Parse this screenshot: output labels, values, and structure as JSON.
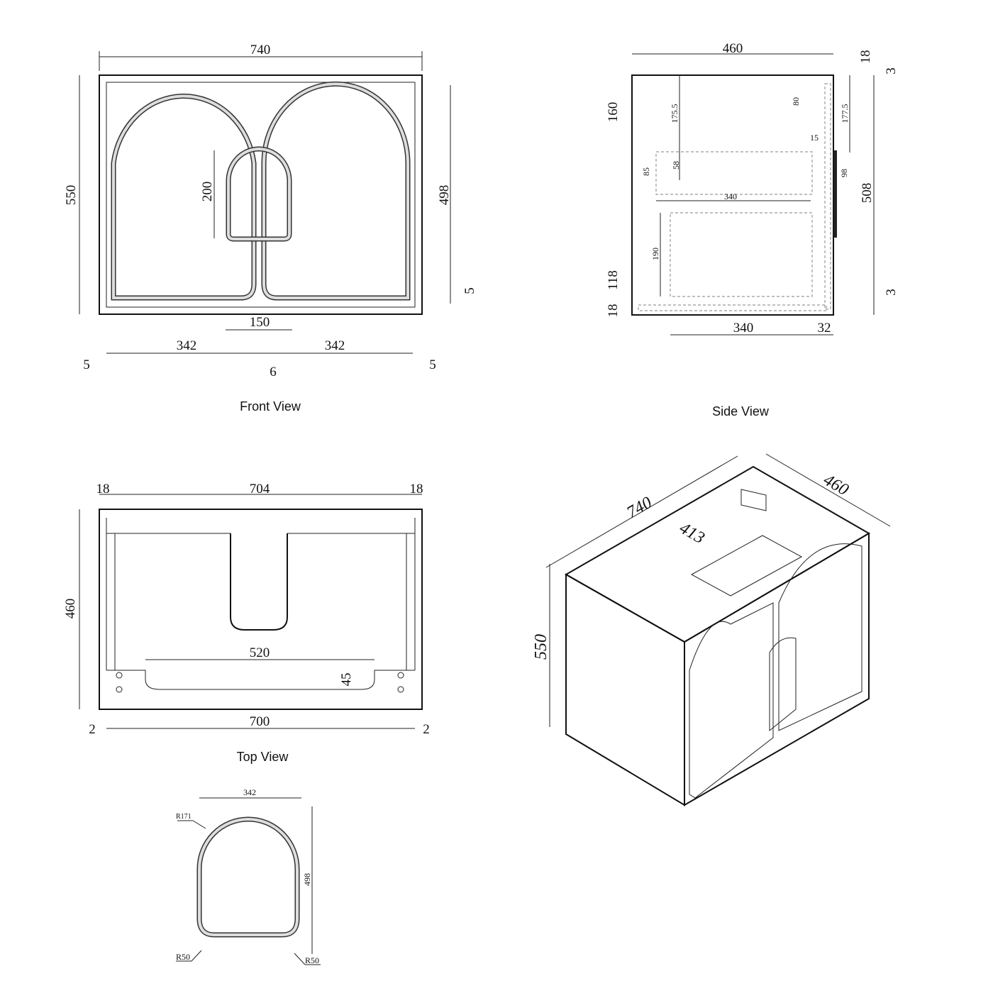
{
  "front_view": {
    "caption": "Front View",
    "width": "740",
    "height": "550",
    "door_height": "498",
    "handle_height": "200",
    "handle_gap": "150",
    "door_left": "342",
    "door_right": "342",
    "edge_left": "5",
    "edge_right": "5",
    "gap_center": "6",
    "bottom_gap": "5"
  },
  "side_view": {
    "caption": "Side View",
    "depth": "460",
    "top_thickness": "18",
    "top_gap": "3",
    "upper_bracket": "160",
    "drawer_top_offset": "175.5",
    "bracket_80": "80",
    "right_offset": "177.5",
    "offset_15": "15",
    "drawer_85": "85",
    "drawer_58": "58",
    "handle_98": "98",
    "door_508": "508",
    "drawer_depth": "340",
    "lower_190": "190",
    "lower_118": "118",
    "bottom_18": "18",
    "bottom_gap": "3",
    "bottom_depth": "340",
    "door_32": "32"
  },
  "top_view": {
    "caption": "Top View",
    "side_left": "18",
    "inner_width": "704",
    "side_right": "18",
    "depth": "460",
    "cutout_width": "520",
    "cutout_depth": "45",
    "bottom_width": "700",
    "edge_left": "2",
    "edge_right": "2"
  },
  "iso_view": {
    "width": "740",
    "depth": "460",
    "height": "550",
    "cutout": "413"
  },
  "handle_detail": {
    "width": "342",
    "height": "498",
    "top_radius": "R171",
    "bottom_left_radius": "R50",
    "bottom_right_radius": "R50"
  }
}
